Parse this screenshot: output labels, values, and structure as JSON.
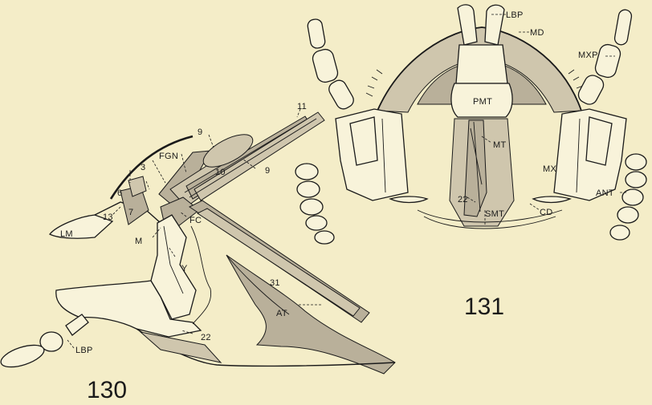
{
  "figures": [
    {
      "number": "130",
      "labels": [
        "LM",
        "13",
        "6",
        "7",
        "3",
        "FGN",
        "9",
        "10",
        "11",
        "9",
        "FC",
        "M",
        "Y",
        "31",
        "AT",
        "LBP",
        "22"
      ]
    },
    {
      "number": "131",
      "labels": [
        "LBP",
        "MD",
        "MXP",
        "PMT",
        "MT",
        "MX",
        "ANT",
        "22",
        "SMT",
        "CD"
      ]
    }
  ]
}
